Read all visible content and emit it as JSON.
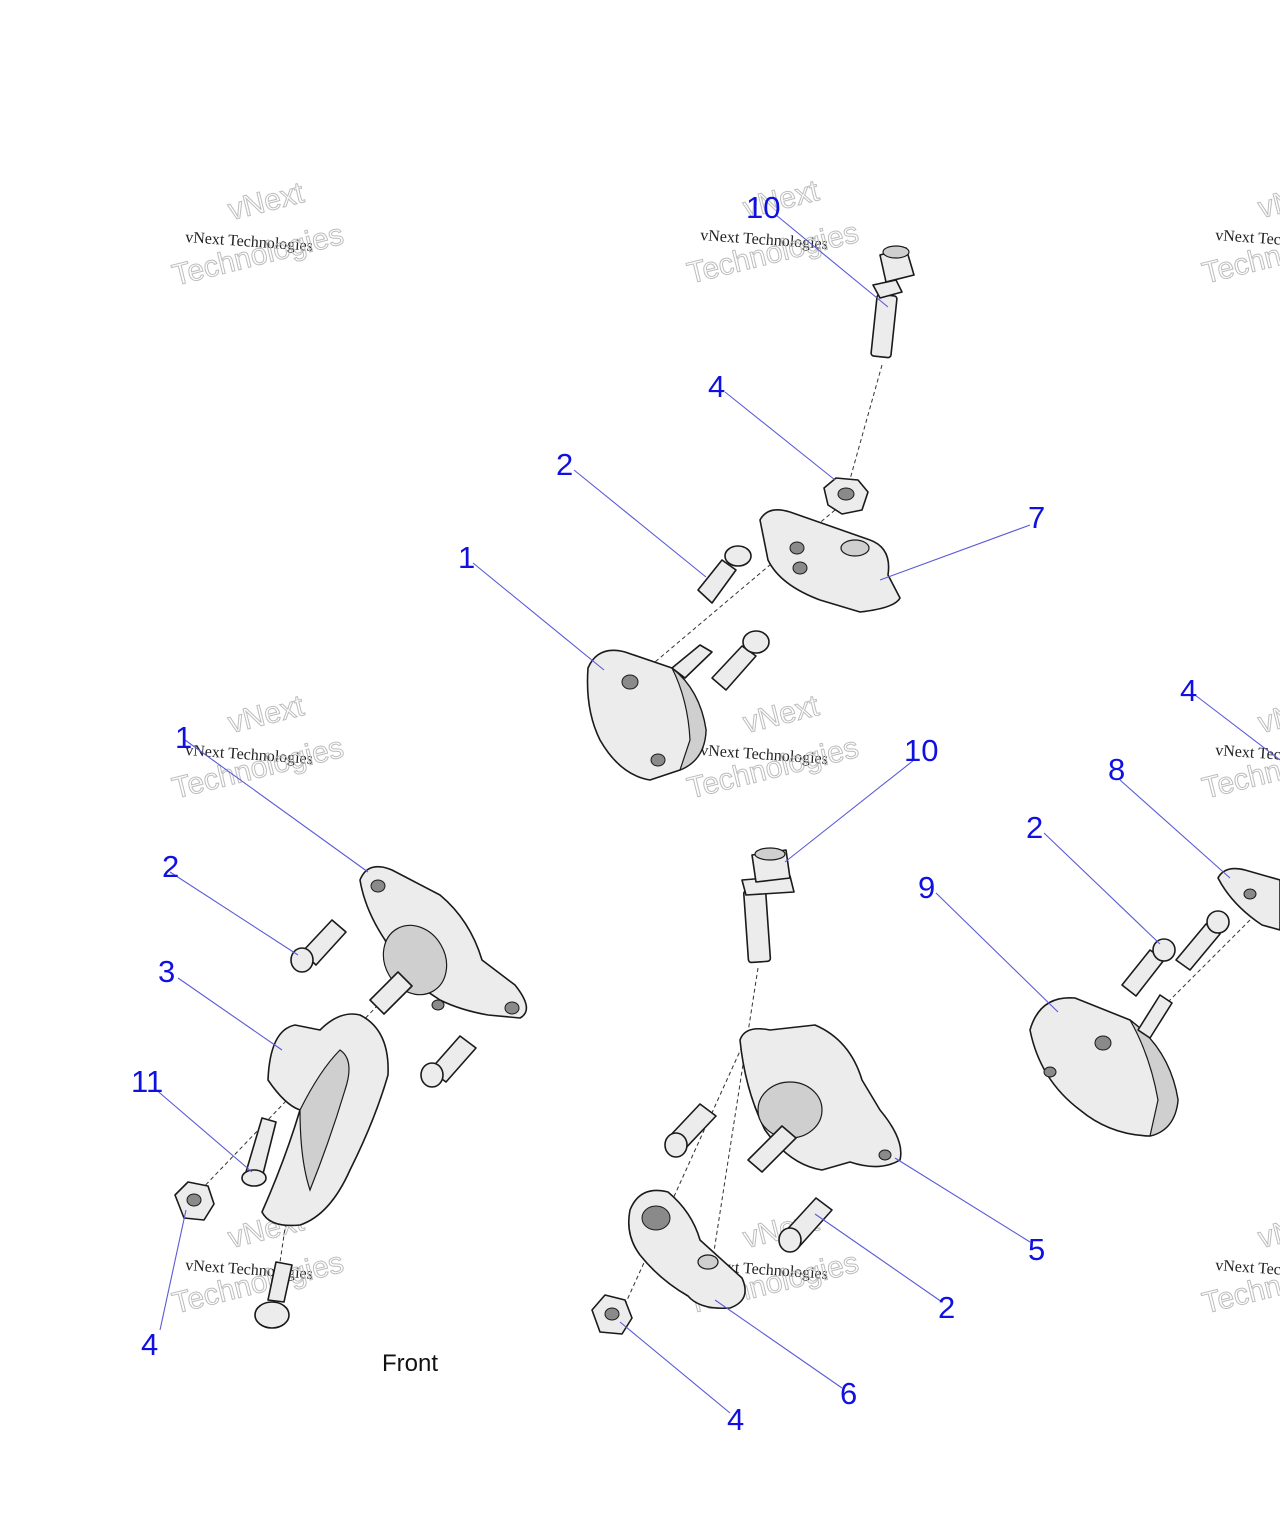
{
  "diagram": {
    "front_label": "Front",
    "watermark": {
      "line1": "vNext Technologies",
      "outline_top": "vNext",
      "outline_bottom": "Technologies"
    },
    "callouts": {
      "c10_top": "10",
      "c4_top": "4",
      "c2_top": "2",
      "c7": "7",
      "c1_top": "1",
      "c4_right": "4",
      "c1_left": "1",
      "c10_mid": "10",
      "c8": "8",
      "c2_left": "2",
      "c2_right": "2",
      "c9": "9",
      "c3": "3",
      "c11": "11",
      "c4_left": "4",
      "c5": "5",
      "c2_bottom": "2",
      "c6": "6",
      "c4_bottom": "4"
    }
  }
}
